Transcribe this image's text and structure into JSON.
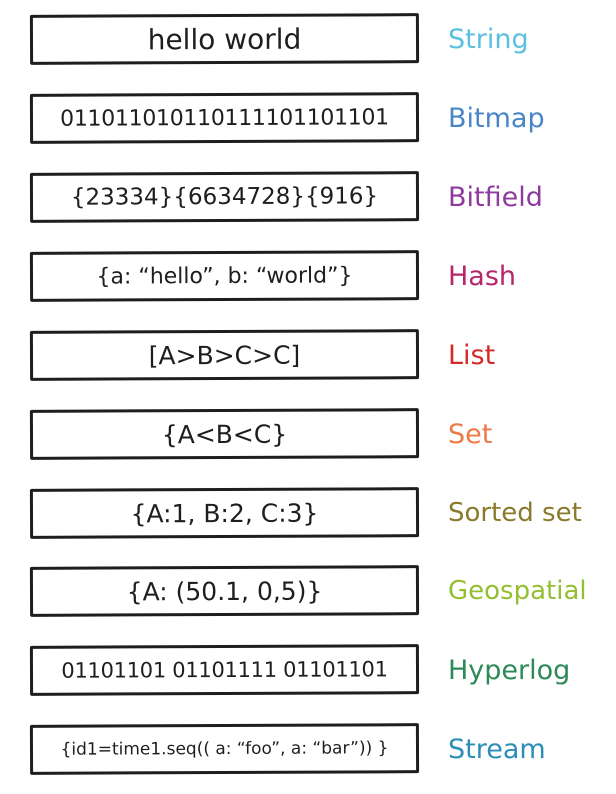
{
  "rows": [
    {
      "value": "hello world",
      "type": "String",
      "color": "#5bbfe0"
    },
    {
      "value": "011011010110111101101101",
      "type": "Bitmap",
      "color": "#4a86c5"
    },
    {
      "value": "{23334}{6634728}{916}",
      "type": "Bitfield",
      "color": "#8f3a9f"
    },
    {
      "value": "{a: “hello”, b: “world”}",
      "type": "Hash",
      "color": "#b5266a"
    },
    {
      "value": "[A>B>C>C]",
      "type": "List",
      "color": "#d42a2a"
    },
    {
      "value": "{A<B<C}",
      "type": "Set",
      "color": "#ec7a45"
    },
    {
      "value": "{A:1, B:2, C:3}",
      "type": "Sorted set",
      "color": "#8a7a2c"
    },
    {
      "value": "{A: (50.1, 0,5)}",
      "type": "Geospatial",
      "color": "#92c032"
    },
    {
      "value": "01101101 01101111 01101101",
      "type": "Hyperlog",
      "color": "#2d8a57"
    },
    {
      "value": "{id1=time1.seq(( a: “foo”, a: “bar”)) }",
      "type": "Stream",
      "color": "#2d8fb8"
    }
  ]
}
